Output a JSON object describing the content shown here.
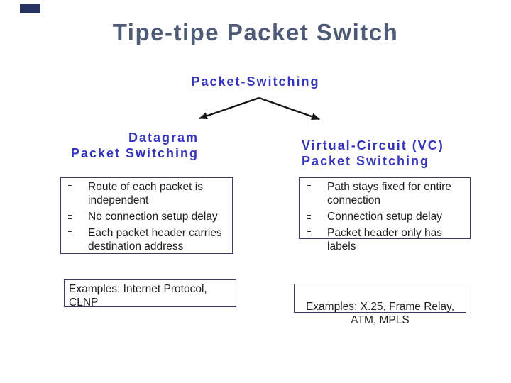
{
  "slide": {
    "title": "Tipe-tipe Packet Switch",
    "root": {
      "label": "Packet-Switching"
    },
    "left_branch": {
      "heading": {
        "line1": "Datagram",
        "line2": "Packet Switching"
      },
      "bullets": [
        "Route of each packet is\nindependent",
        "No connection setup delay",
        "Each packet header carries\ndestination address"
      ],
      "examples": "Examples: Internet Protocol, CLNP"
    },
    "right_branch": {
      "heading": {
        "line1": "Virtual-Circuit (VC)",
        "line2": "Packet Switching"
      },
      "bullets": [
        "Path stays fixed for entire\nconnection",
        "Connection setup delay",
        "Packet header only has labels"
      ],
      "examples": "Examples: X.25, Frame Relay,\nATM, MPLS"
    },
    "colors": {
      "title_text": "#4f5b76",
      "heading_blue": "#3434bd",
      "body_text": "#1e1e1e",
      "box_border": "#3b3b66",
      "arrow": "#141414",
      "accent_bar": "#26315e"
    }
  }
}
